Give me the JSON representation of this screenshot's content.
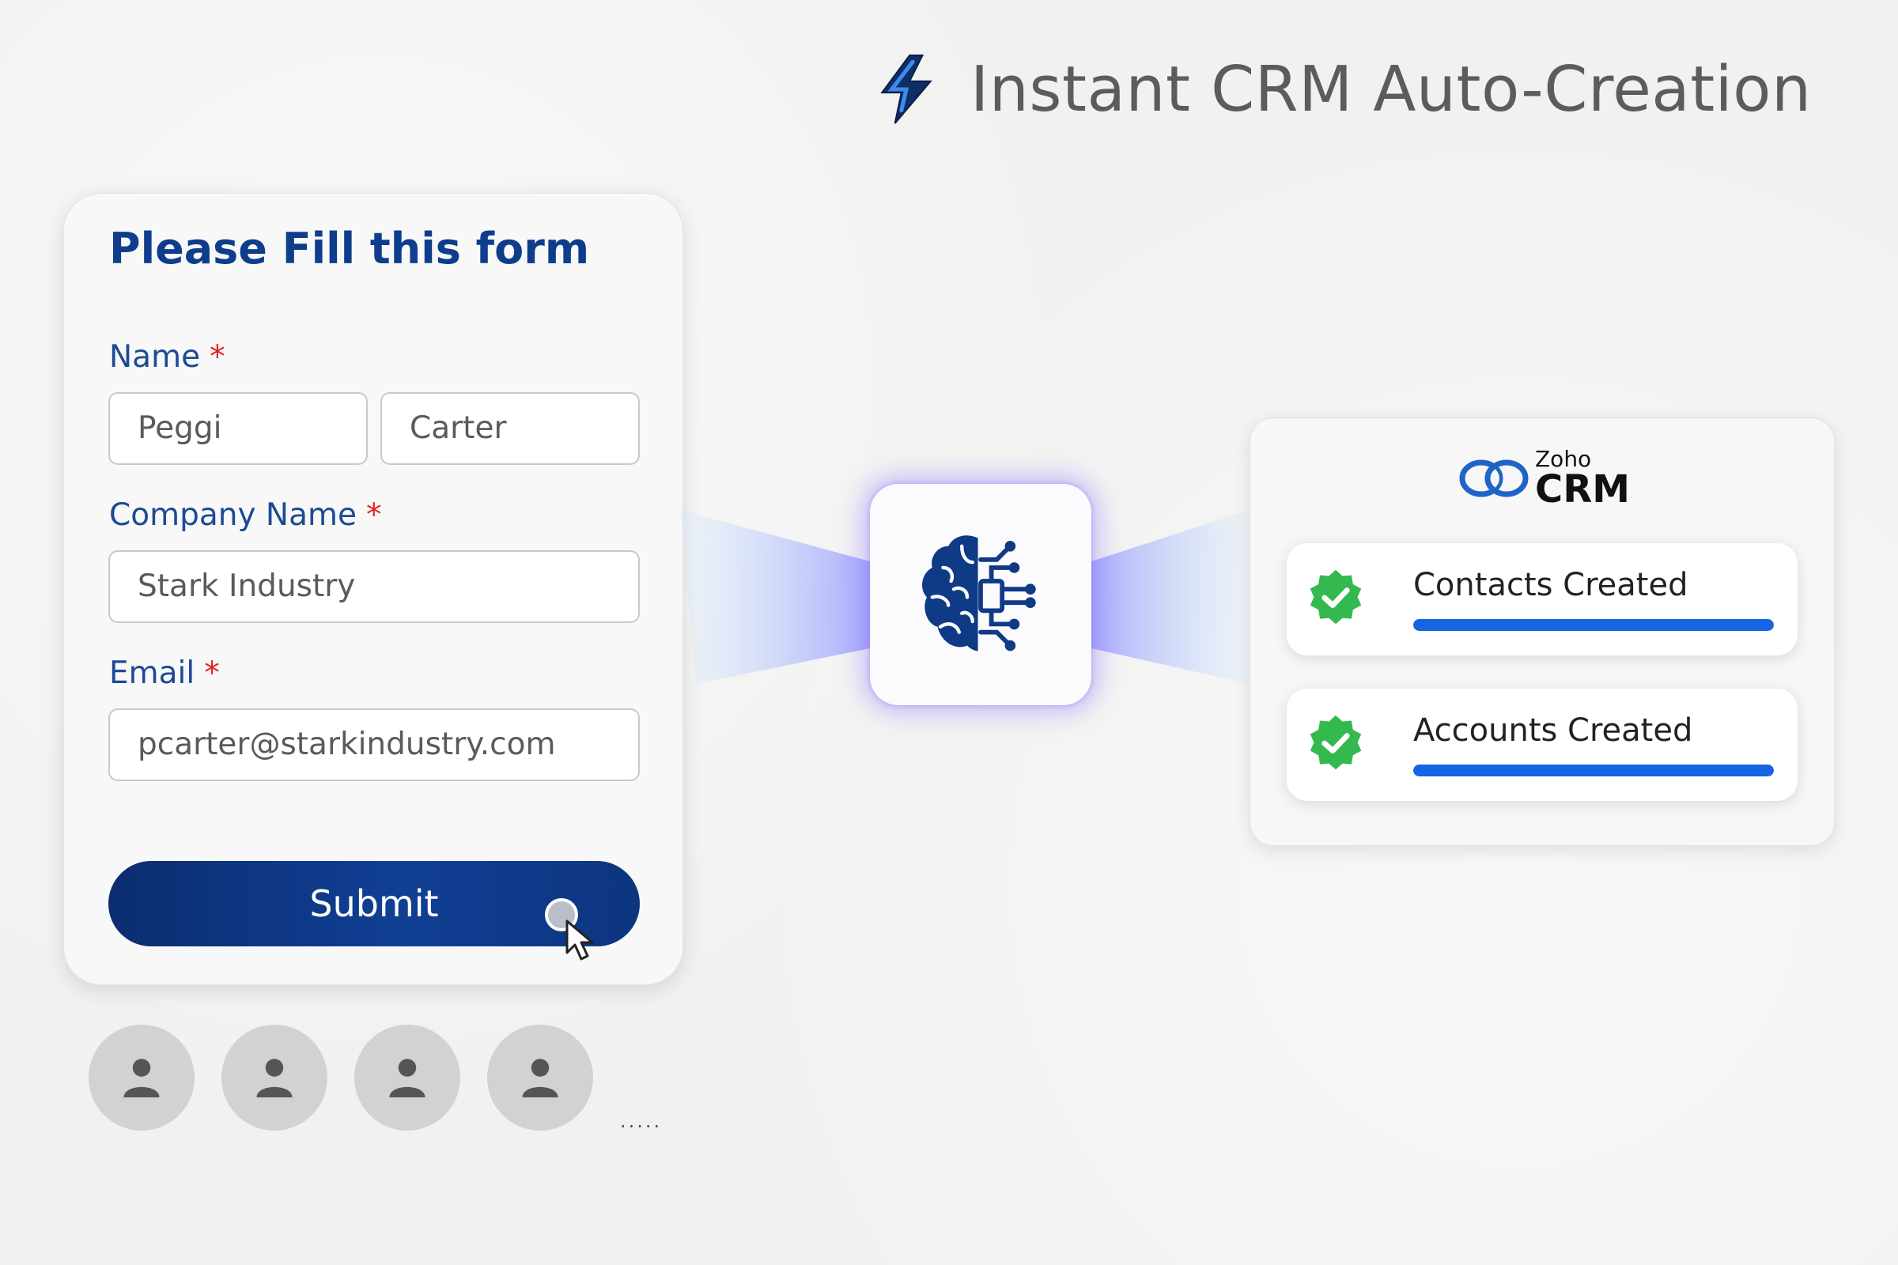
{
  "header": {
    "title": "Instant CRM Auto-Creation"
  },
  "form": {
    "title": "Please Fill this form",
    "required_marker": "*",
    "name_label": "Name",
    "first_name_value": "Peggi",
    "last_name_value": "Carter",
    "company_label": "Company Name",
    "company_value": "Stark Industry",
    "email_label": "Email",
    "email_value": "pcarter@starkindustry.com",
    "submit_label": "Submit"
  },
  "users": {
    "count": 4,
    "more": "....."
  },
  "crm": {
    "brand_small": "Zoho",
    "brand_big": "CRM",
    "items": [
      {
        "label": "Contacts Created",
        "progress": 1.0
      },
      {
        "label": "Accounts Created",
        "progress": 1.0
      }
    ]
  },
  "colors": {
    "brand_blue": "#0e3d8c",
    "progress_blue": "#1664e3",
    "success_green": "#34b94f",
    "required_red": "#e22121"
  },
  "icons": {
    "title": "lightning-bolt-icon",
    "ai": "ai-brain-circuit-icon",
    "crm_logo": "zoho-crm-logo",
    "status": "check-badge-icon",
    "user": "user-icon",
    "pointer": "mouse-pointer-icon"
  }
}
